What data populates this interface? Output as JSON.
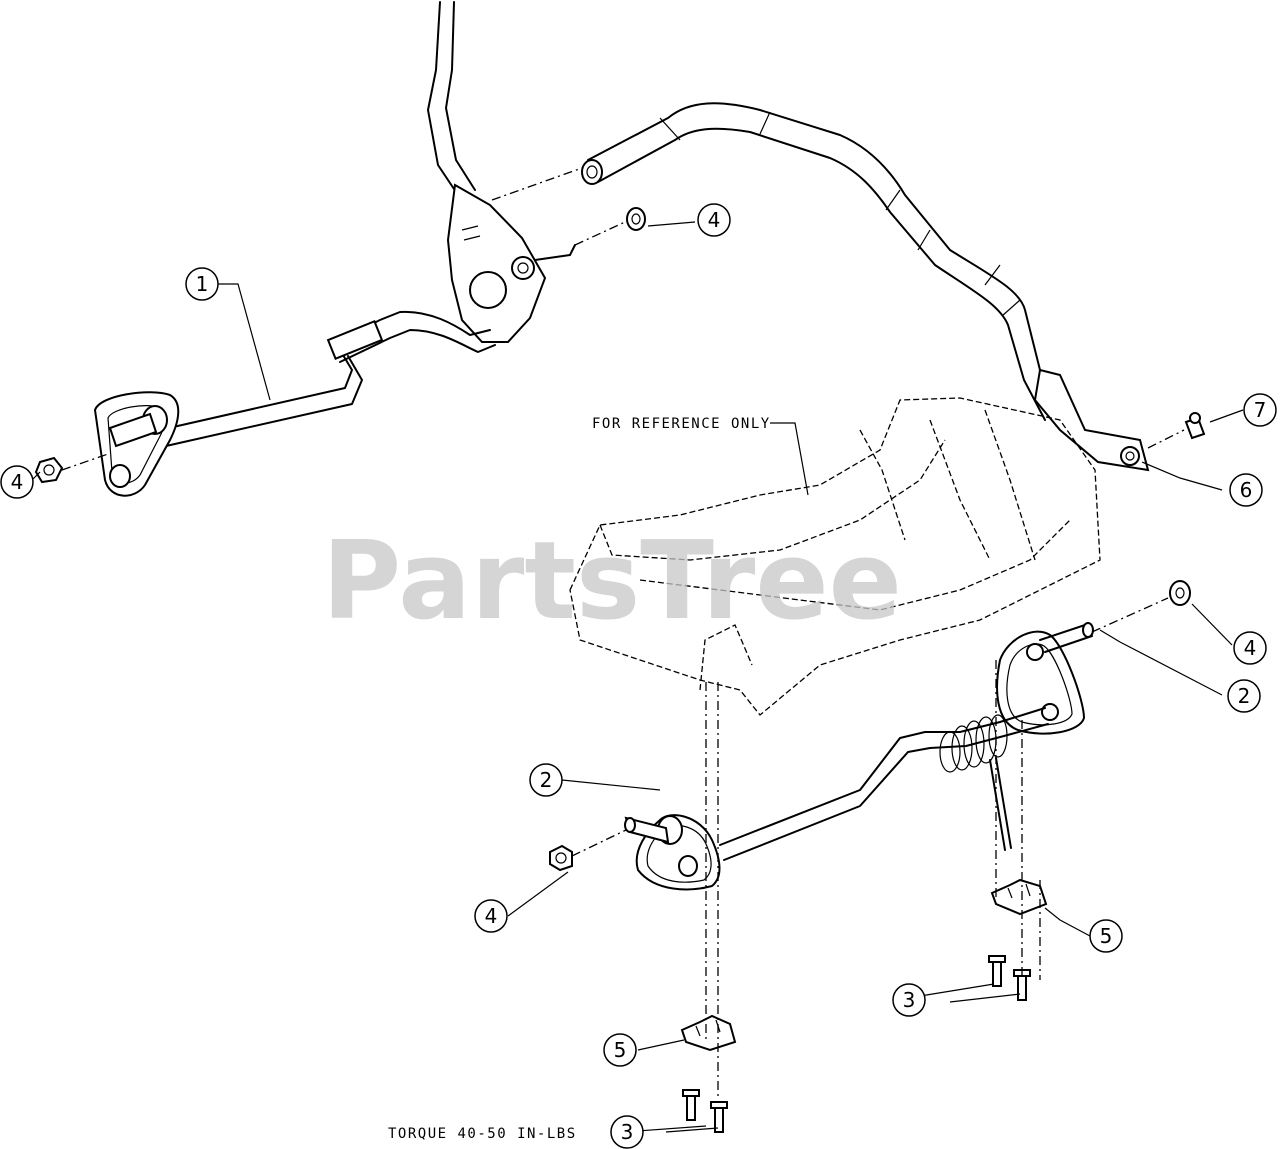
{
  "watermark": "PartsTree",
  "notes": {
    "reference": "FOR REFERENCE ONLY",
    "torque": "TORQUE 40-50 IN-LBS"
  },
  "callouts": [
    {
      "id": "callout-1",
      "label": "1"
    },
    {
      "id": "callout-2-right",
      "label": "2"
    },
    {
      "id": "callout-2-left",
      "label": "2"
    },
    {
      "id": "callout-3-bottom",
      "label": "3"
    },
    {
      "id": "callout-3-right",
      "label": "3"
    },
    {
      "id": "callout-4-top",
      "label": "4"
    },
    {
      "id": "callout-4-left",
      "label": "4"
    },
    {
      "id": "callout-4-right",
      "label": "4"
    },
    {
      "id": "callout-4-mid",
      "label": "4"
    },
    {
      "id": "callout-5-right",
      "label": "5"
    },
    {
      "id": "callout-5-bottom",
      "label": "5"
    },
    {
      "id": "callout-6",
      "label": "6"
    },
    {
      "id": "callout-7",
      "label": "7"
    }
  ]
}
